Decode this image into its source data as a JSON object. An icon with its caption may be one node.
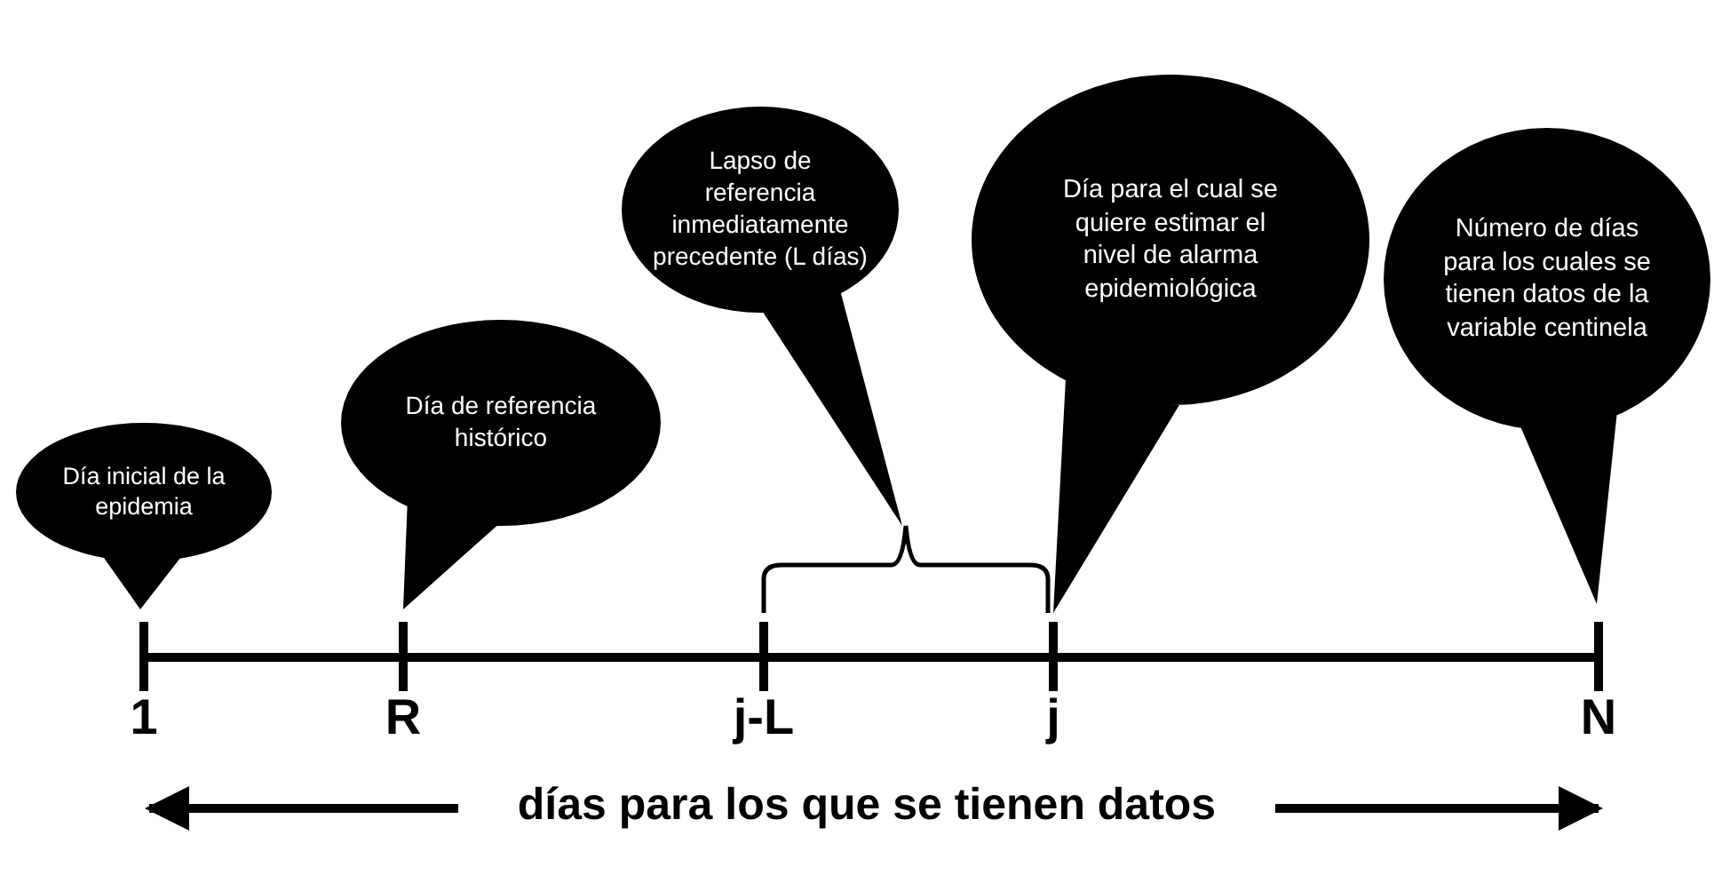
{
  "diagram": {
    "nodes": [
      {
        "text": [
          "Día inicial de la epidemia"
        ]
      },
      {
        "text": [
          "Día de referencia histórico"
        ]
      },
      {
        "text": [
          "Lapso de referencia inmediatamente precedente (L días)"
        ]
      },
      {
        "text": [
          "Día para el cual se quiere estimar el nivel de alarma epidemiológica"
        ]
      },
      {
        "text": [
          "Número de días para los cuales se tienen datos de la variable centinela"
        ]
      }
    ],
    "labels": [
      "1",
      "R",
      "j-L",
      "j",
      "N",
      "días para los que se tienen datos"
    ]
  }
}
